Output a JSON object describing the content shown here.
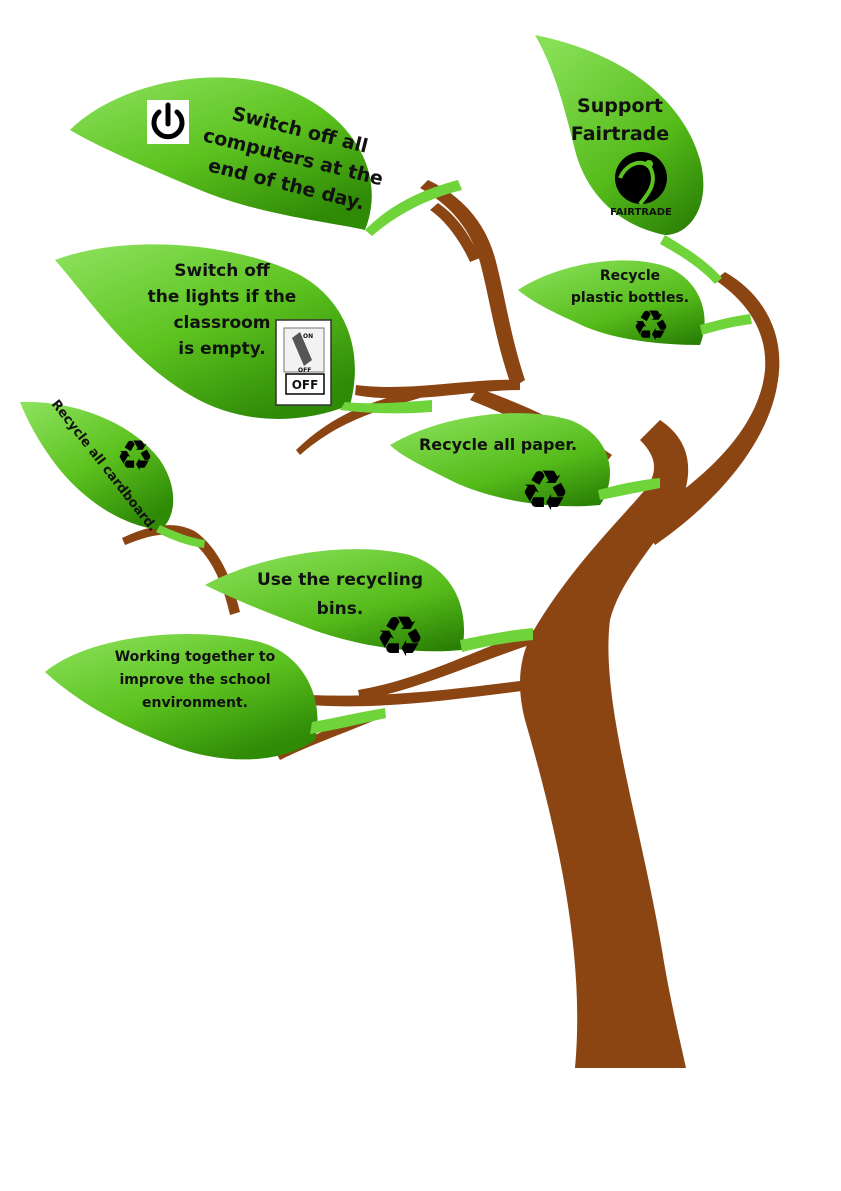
{
  "leaves": {
    "computers": {
      "lines": [
        "Switch off all",
        "computers at the",
        "end of the day."
      ]
    },
    "fairtrade": {
      "lines": [
        "Support",
        "Fairtrade"
      ],
      "mark_label": "FAIRTRADE"
    },
    "lights": {
      "lines": [
        "Switch off",
        "the lights if the",
        "classroom",
        "is empty."
      ],
      "switch_on_label": "ON",
      "switch_off_small": "OFF",
      "switch_off_big": "OFF"
    },
    "plastic": {
      "lines": [
        "Recycle",
        "plastic bottles."
      ]
    },
    "paper": {
      "lines": [
        "Recycle all paper."
      ]
    },
    "cardboard": {
      "lines": [
        "Recycle all cardboard."
      ]
    },
    "bins": {
      "lines": [
        "Use the recycling",
        "bins."
      ]
    },
    "together": {
      "lines": [
        "Working together to",
        "improve the school",
        "environment."
      ]
    }
  },
  "icons": {
    "power": "power-icon",
    "recycle_glyph": "♻",
    "fairtrade": "fairtrade-mark-icon",
    "light_switch": "light-switch-icon"
  },
  "colors": {
    "trunk": "#8b4513",
    "leaf_light": "#7ed957",
    "leaf_mid": "#5cc21f",
    "leaf_dark": "#2f8a06",
    "text": "#111111"
  }
}
